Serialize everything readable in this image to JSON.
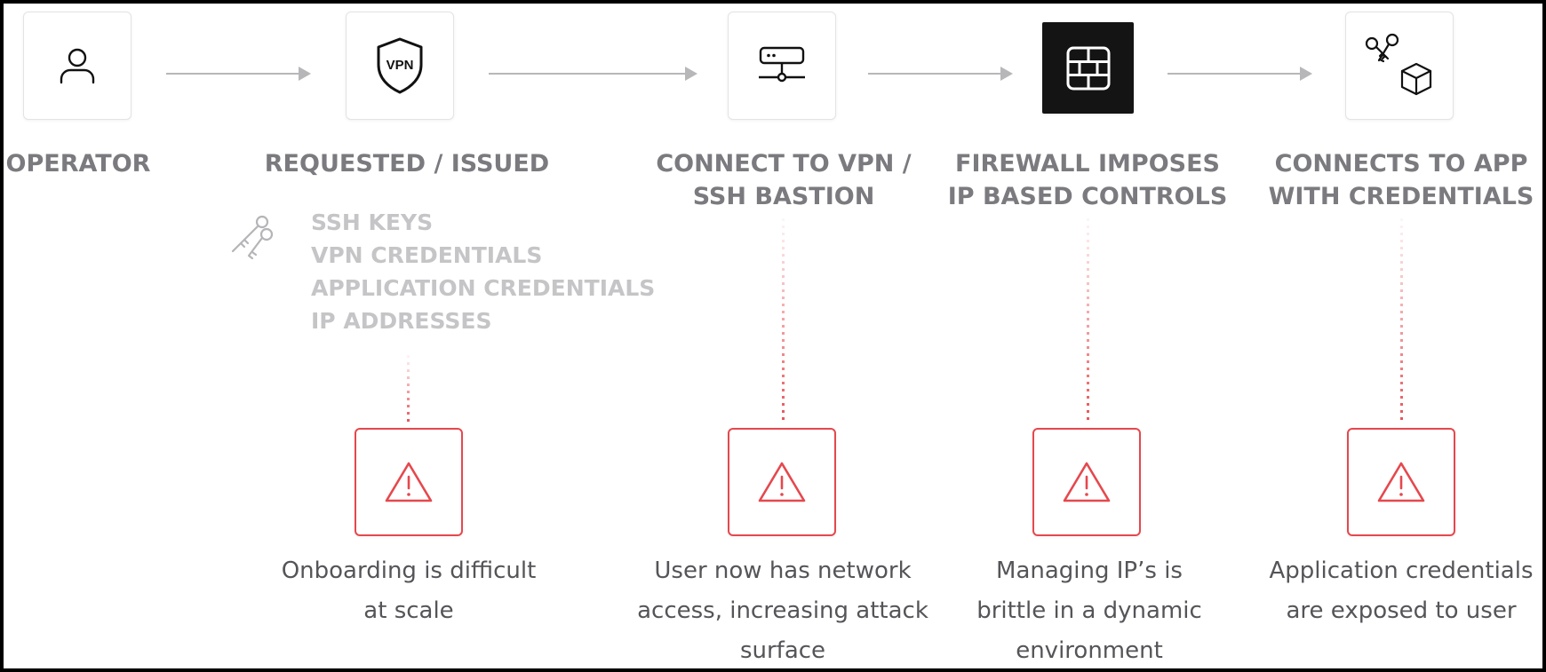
{
  "steps": [
    {
      "title_line1": "OPERATOR",
      "title_line2": "",
      "icon": "user-icon"
    },
    {
      "title_line1": "REQUESTED / ISSUED",
      "title_line2": "",
      "icon": "vpn-shield-icon"
    },
    {
      "title_line1": "CONNECT TO VPN /",
      "title_line2": "SSH BASTION",
      "icon": "server-icon"
    },
    {
      "title_line1": "FIREWALL IMPOSES",
      "title_line2": "IP BASED CONTROLS",
      "icon": "firewall-icon"
    },
    {
      "title_line1": "CONNECTS TO APP",
      "title_line2": "WITH CREDENTIALS",
      "icon": "keys-app-icon"
    }
  ],
  "credentials": {
    "icon": "keys-icon",
    "items": [
      "SSH KEYS",
      "VPN CREDENTIALS",
      "APPLICATION CREDENTIALS",
      "IP ADDRESSES"
    ]
  },
  "warnings": [
    {
      "icon": "warning-icon",
      "line1": "Onboarding is difficult",
      "line2": "at scale",
      "line3": ""
    },
    {
      "icon": "warning-icon",
      "line1": "User now has network",
      "line2": "access, increasing attack",
      "line3": "surface"
    },
    {
      "icon": "warning-icon",
      "line1": "Managing IP’s is",
      "line2": "brittle in a dynamic",
      "line3": "environment"
    },
    {
      "icon": "warning-icon",
      "line1": "Application credentials",
      "line2": "are exposed to user",
      "line3": ""
    }
  ],
  "colors": {
    "warning": "#e5484d",
    "title": "#7a7a7f",
    "credentials": "#c5c5c8",
    "arrow": "#b7b7ba",
    "firewall_box": "#141414"
  }
}
